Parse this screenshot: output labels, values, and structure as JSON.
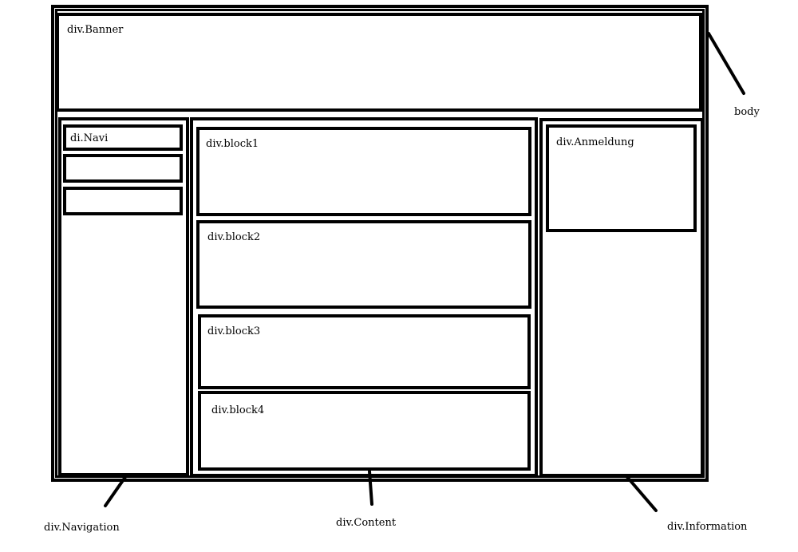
{
  "body_label": "body",
  "banner": {
    "label": "div.Banner"
  },
  "navigation": {
    "label": "div.Navigation",
    "items": [
      "di.Navi",
      "",
      ""
    ]
  },
  "content": {
    "label": "div.Content",
    "blocks": [
      "div.block1",
      "div.block2",
      "div.block3",
      "div.block4"
    ]
  },
  "information": {
    "label": "div.Information",
    "login_label": "div.Anmeldung"
  },
  "colors": {
    "stroke": "#000000",
    "background": "#ffffff"
  }
}
